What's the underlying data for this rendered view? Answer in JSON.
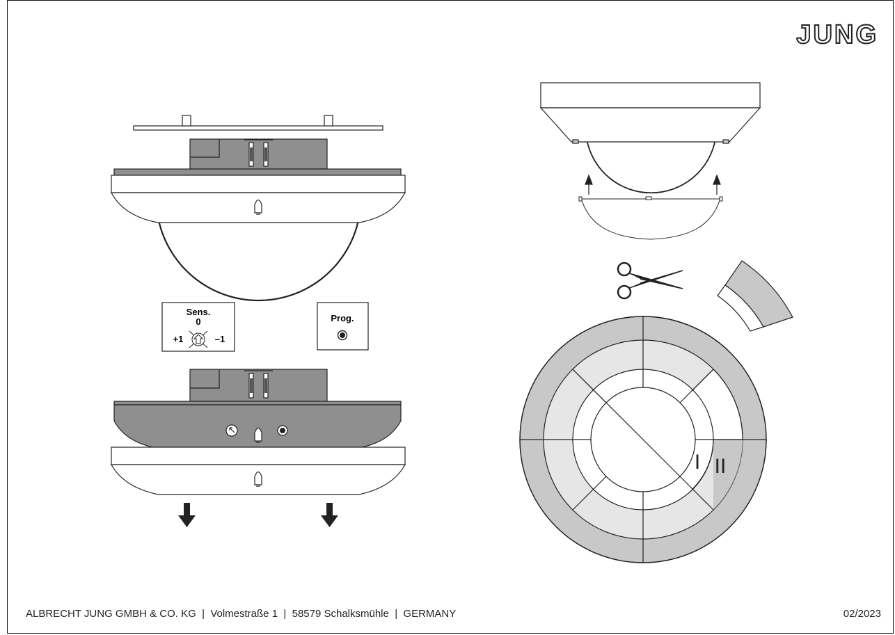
{
  "brand": {
    "logo_text": "JUNG"
  },
  "sensitivity_panel": {
    "title": "Sens.",
    "zero": "0",
    "plus": "+1",
    "minus": "–1"
  },
  "prog_panel": {
    "title": "Prog."
  },
  "zone_labels": {
    "inner": "I",
    "outer": "II"
  },
  "footer": {
    "address": "ALBRECHT JUNG GMBH & CO. KG  |  Volmestraße 1  |  58579 Schalksmühle  |  GERMANY",
    "date": "02/2023"
  },
  "colors": {
    "line": "#222222",
    "dark_grey": "#8f8f8f",
    "mid_grey": "#c8c8c8",
    "light_grey": "#e6e6e6",
    "white": "#ffffff"
  },
  "icons": [
    "scissors-icon",
    "arrow-down-icon",
    "arrow-up-icon",
    "potentiometer-icon",
    "prog-button-icon",
    "led-icon"
  ]
}
